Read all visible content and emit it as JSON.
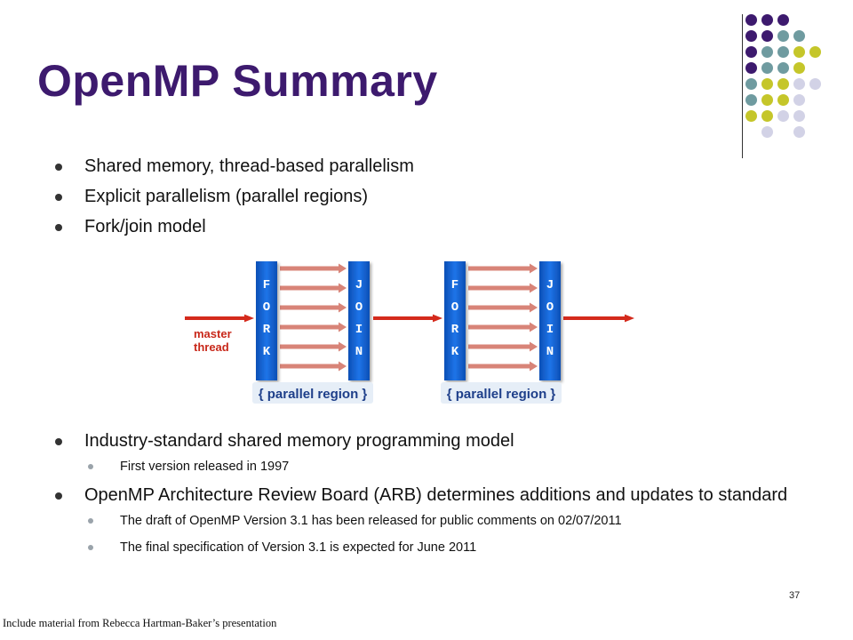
{
  "slide": {
    "title": "OpenMP Summary",
    "page_number": "37",
    "footer": "Include material from Rebecca Hartman-Baker’s presentation"
  },
  "bullets_top": [
    "Shared memory, thread-based parallelism",
    "Explicit parallelism (parallel regions)",
    "Fork/join model"
  ],
  "bullets_bottom": [
    {
      "text": "Industry-standard shared memory programming model",
      "sub": [
        "First version released in 1997"
      ]
    },
    {
      "text": "OpenMP Architecture Review Board (ARB) determines additions and updates to standard",
      "sub": [
        "The draft of OpenMP Version 3.1 has been released for public comments on 02/07/2011",
        "The final specification of Version 3.1 is expected for June 2011"
      ]
    }
  ],
  "diagram": {
    "master_label": "master\nthread",
    "fork_label": "FORK",
    "join_label": "JOIN",
    "region_label": "parallel region",
    "thread_arrows_per_region": 6,
    "colors": {
      "block_blue": "#1464d8",
      "block_blue_dark": "#0c4fb5",
      "master_red": "#d42a1c",
      "thread_arrow": "#d88478",
      "label_red": "#c8281a",
      "region_text": "#1e3f8a",
      "region_bg": "#e6eef7"
    }
  },
  "palette": {
    "title_purple": "#3d1a6e",
    "dot_purple": "#3d1a6e",
    "dot_teal": "#6f9ba0",
    "dot_yellow": "#c5c62a",
    "dot_lavender": "#d2d2e6"
  }
}
